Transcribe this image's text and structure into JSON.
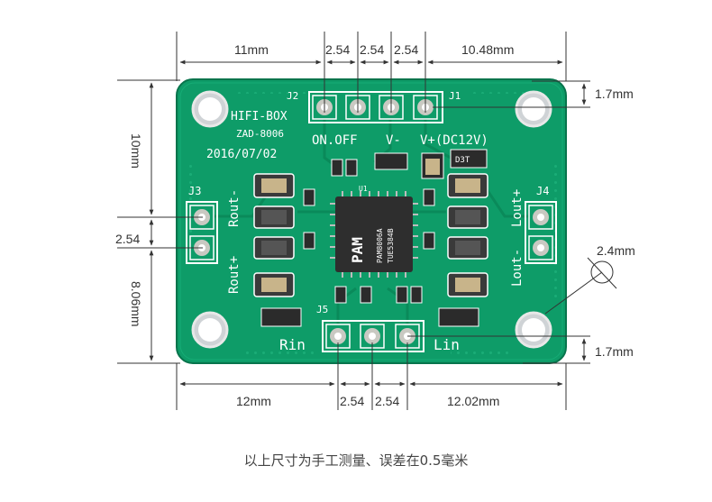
{
  "dimensions": {
    "top_left": "11mm",
    "top_pitch_1": "2.54",
    "top_pitch_2": "2.54",
    "top_pitch_3": "2.54",
    "top_right": "10.48mm",
    "right_top_offset": "1.7mm",
    "left_upper": "10mm",
    "left_pitch": "2.54",
    "left_lower": "8.06mm",
    "hole_diameter": "2.4mm",
    "right_bottom_offset": "1.7mm",
    "bottom_left": "12mm",
    "bottom_pitch_1": "2.54",
    "bottom_pitch_2": "2.54",
    "bottom_right": "12.02mm"
  },
  "board_labels": {
    "j2": "J2",
    "j1": "J1",
    "brand": "HIFI-BOX",
    "model": "ZAD-8006",
    "date": "2016/07/02",
    "on_off": "ON.OFF",
    "v_minus": "V-",
    "v_plus": "V+(DC12V)",
    "j3": "J3",
    "j4": "J4",
    "rout_minus": "Rout-",
    "rout_plus": "Rout+",
    "lout_plus": "Lout+",
    "lout_minus": "Lout-",
    "j5": "J5",
    "rin": "Rin",
    "lin": "Lin",
    "u1": "U1",
    "chip_line1": "PAM8006A",
    "chip_line2": "TUE5384B",
    "chip_logo": "PAM",
    "diode": "D3T"
  },
  "caption": "以上尺寸为手工测量、误差在0.5毫米",
  "colors": {
    "pcb": "#0e9c68",
    "pcb_dark": "#087a4f",
    "silkscreen": "#ffffff",
    "dimension_line": "#333333"
  }
}
